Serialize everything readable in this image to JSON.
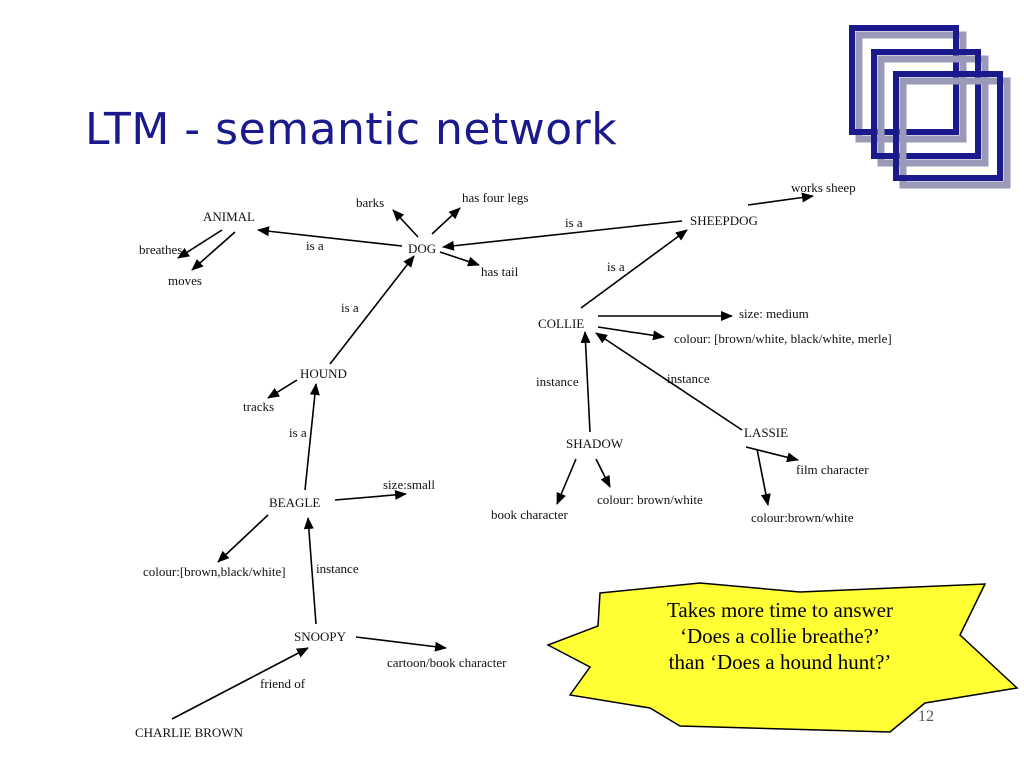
{
  "slide": {
    "title": "LTM - semantic network",
    "page_number": "12"
  },
  "nodes": {
    "animal": "ANIMAL",
    "breathes": "breathes",
    "moves": "moves",
    "barks": "barks",
    "has_four_legs": "has four legs",
    "dog": "DOG",
    "has_tail": "has tail",
    "works_sheep": "works sheep",
    "sheepdog": "SHEEPDOG",
    "collie": "COLLIE",
    "size_medium": "size: medium",
    "colour_collie": "colour: [brown/white, black/white, merle]",
    "hound": "HOUND",
    "tracks": "tracks",
    "shadow": "SHADOW",
    "lassie": "LASSIE",
    "film_character": "film character",
    "book_character": "book character",
    "colour_shadow": "colour: brown/white",
    "colour_lassie": "colour:brown/white",
    "beagle": "BEAGLE",
    "size_small": "size:small",
    "colour_beagle": "colour:[brown,black/white]",
    "snoopy": "SNOOPY",
    "cartoon_character": "cartoon/book character",
    "charlie_brown": "CHARLIE BROWN"
  },
  "edge_labels": {
    "dog_animal": "is a",
    "sheepdog_dog": "is a",
    "collie_sheepdog": "is a",
    "hound_dog": "is a",
    "beagle_hound": "is a",
    "shadow_collie": "instance",
    "lassie_collie": "instance",
    "snoopy_beagle": "instance",
    "charlie_snoopy": "friend of"
  },
  "callout": {
    "line1": "Takes more time to answer",
    "line2": "‘Does a collie breathe?’",
    "line3": "than ‘Does a hound hunt?’",
    "fill_color": "#ffff33"
  },
  "colors": {
    "title": "#1a1a8c",
    "logo_stroke": "#1a1a8c"
  }
}
